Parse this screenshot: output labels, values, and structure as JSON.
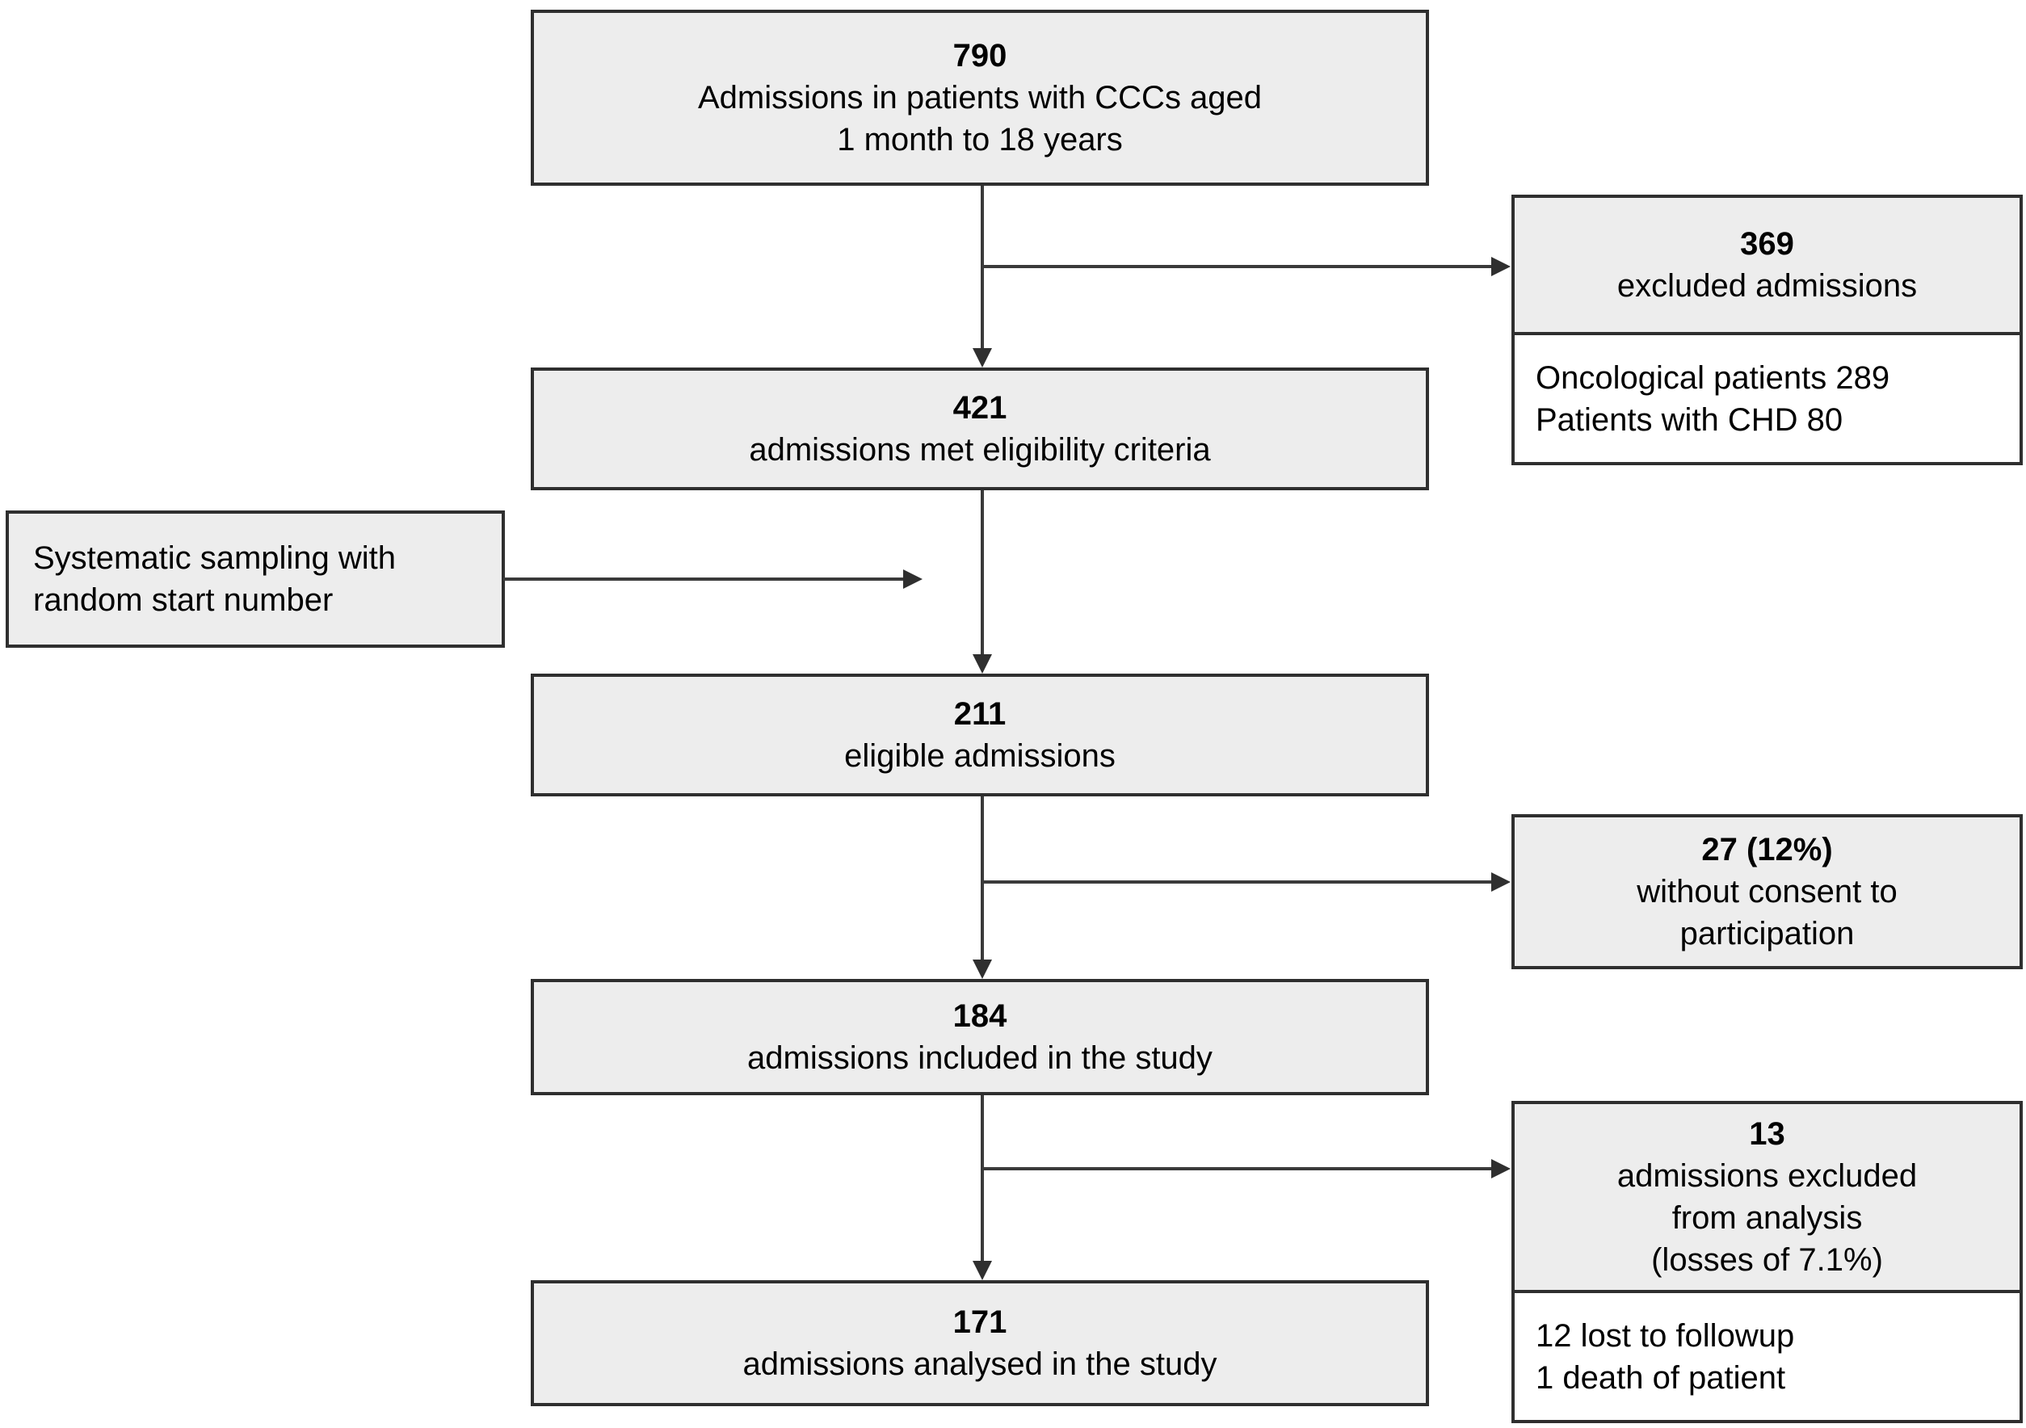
{
  "diagram": {
    "type": "study-flowchart",
    "colors": {
      "box_fill": "#ededed",
      "box_border": "#2f2f2f",
      "detail_fill": "#ffffff",
      "line": "#3a3a3a",
      "text": "#000000"
    },
    "boxes": {
      "b790": {
        "number": "790",
        "lines": [
          "Admissions in patients with CCCs aged",
          "1 month to 18 years"
        ]
      },
      "b421": {
        "number": "421",
        "lines": [
          "admissions met eligibility criteria"
        ]
      },
      "b211": {
        "number": "211",
        "lines": [
          "eligible admissions"
        ]
      },
      "b184": {
        "number": "184",
        "lines": [
          "admissions included in the study"
        ]
      },
      "b171": {
        "number": "171",
        "lines": [
          "admissions analysed in the study"
        ]
      },
      "sampling": {
        "lines": [
          "Systematic sampling with",
          "random start number"
        ]
      },
      "excl369": {
        "number": "369",
        "lines": [
          "excluded admissions"
        ],
        "details": [
          "Oncological patients 289",
          "Patients with CHD 80"
        ]
      },
      "excl27": {
        "number": "27 (12%)",
        "lines": [
          "without consent to",
          "participation"
        ]
      },
      "excl13": {
        "number": "13",
        "lines": [
          "admissions excluded",
          "from analysis",
          "(losses of 7.1%)"
        ],
        "details": [
          "12 lost to followup",
          "1 death of patient"
        ]
      }
    }
  }
}
